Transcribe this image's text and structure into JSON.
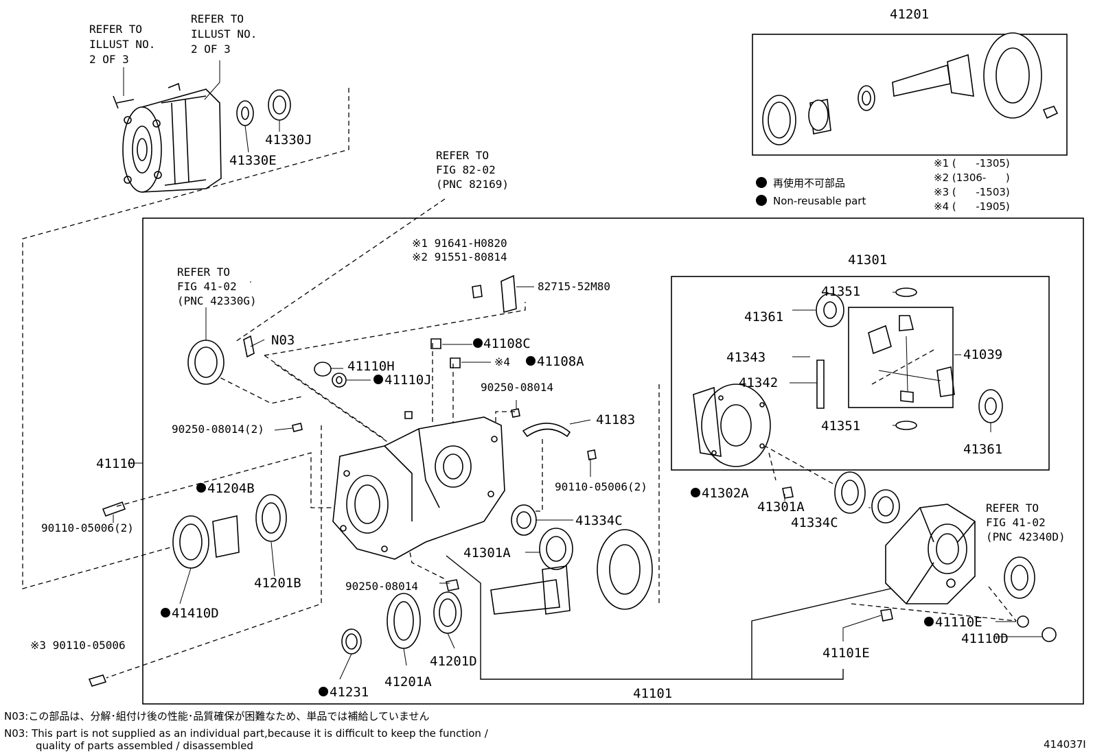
{
  "refer_illust_left": "REFER TO|ILLUST NO.|2 OF 3",
  "refer_illust_right": "REFER TO|ILLUST NO.|2 OF 3",
  "refer_fig_82_02": "REFER TO|FIG 82-02|(PNC 82169)",
  "refer_fig_41_02_a": "REFER TO|FIG 41-02|(PNC 42330G)",
  "refer_fig_41_02_b": "REFER TO|FIG 41-02|(PNC 42340D)",
  "parts": {
    "p41201": "41201",
    "p41330J": "41330J",
    "p41330E": "41330E",
    "p41301": "41301",
    "p41351_top": "41351",
    "p41361_top": "41361",
    "p41343": "41343",
    "p41342": "41342",
    "p41039": "41039",
    "p41351_bot": "41351",
    "p41361_bot": "41361",
    "p91641": "※1 91641-H0820",
    "p91551": "※2 91551-80814",
    "p82715": "82715-52M80",
    "pN03": "N03",
    "p41108C": "41108C",
    "p41108A_prefix": "※4",
    "p41108A": "41108A",
    "p41110H": "41110H",
    "p41110J": "41110J",
    "p90250_a": "90250-08014",
    "p41183": "41183",
    "p90250_b": "90250-08014(2)",
    "p41110": "41110",
    "p90110_a": "90110-05006(2)",
    "p41204B": "41204B",
    "p90110_b": "90110-05006(2)",
    "p41334C_a": "41334C",
    "p41301A_a": "41301A",
    "p41302A": "41302A",
    "p41301A_b": "41301A",
    "p41334C_b": "41334C",
    "p41201B": "41201B",
    "p41410D": "41410D",
    "p90250_c": "90250-08014",
    "p90110_c": "※3 90110-05006",
    "p41231": "41231",
    "p41201A": "41201A",
    "p41201D": "41201D",
    "p41101": "41101",
    "p41101E": "41101E",
    "p41110E": "41110E",
    "p41110D": "41110D"
  },
  "legend": {
    "ja": "再使用不可部品",
    "en": "Non-reusable part"
  },
  "serial_notes": [
    "※1 (      -1305)",
    "※2 (1306-      )",
    "※3 (      -1503)",
    "※4 (      -1905)"
  ],
  "footnotes": {
    "ja": "N03:この部品は、分解･組付け後の性能･品質確保が困難なため、単品では補給していません",
    "en1": "N03: This part is not supplied as an individual part,because it is difficult to keep the function /",
    "en2": "quality of parts assembled / disassembled"
  },
  "illustration_id": "414037I"
}
